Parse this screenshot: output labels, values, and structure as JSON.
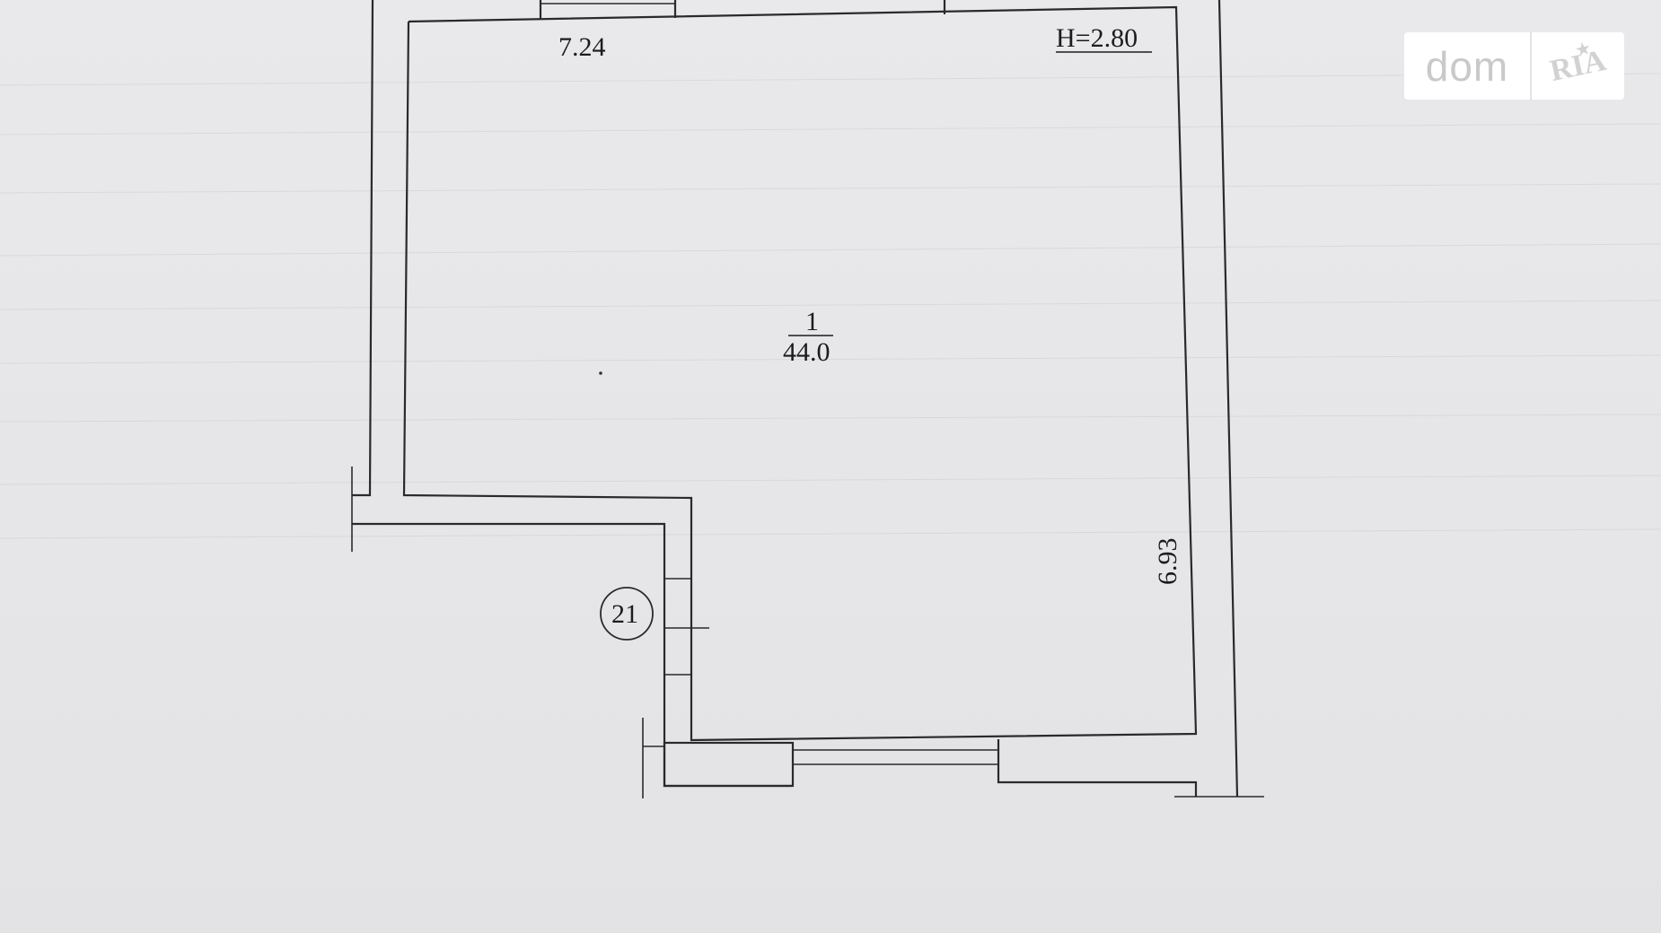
{
  "logo": {
    "dom": "dom",
    "ria": "RIA",
    "star_icon": "star-icon"
  },
  "plan": {
    "room_number": "1",
    "room_area": "44.0",
    "width_label": "7.24",
    "height_label": "H=2.80",
    "length_label": "6.93",
    "axis_marker": "21"
  }
}
